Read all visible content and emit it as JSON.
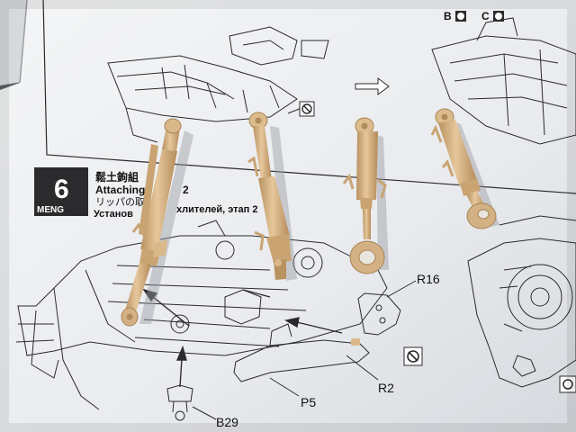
{
  "photo": {
    "step_number": "6",
    "brand": "MENG",
    "step_title_cn": "鬆土鉤組",
    "step_title_en": "Attaching",
    "step_title_en_tail": "2",
    "step_title_jp": "リッパの取",
    "step_title_ru": "Установ",
    "step_title_ru_tail": "хлителей, этап 2",
    "option_b": "B",
    "option_c": "C",
    "callouts": {
      "r16": "R16",
      "r2": "R2",
      "p5": "P5",
      "b29": "B29"
    },
    "colors": {
      "paper": "#eef0f2",
      "plastic": "#d8b688",
      "plastic_shadow": "#a98556",
      "ink": "#2b2b2d"
    }
  }
}
